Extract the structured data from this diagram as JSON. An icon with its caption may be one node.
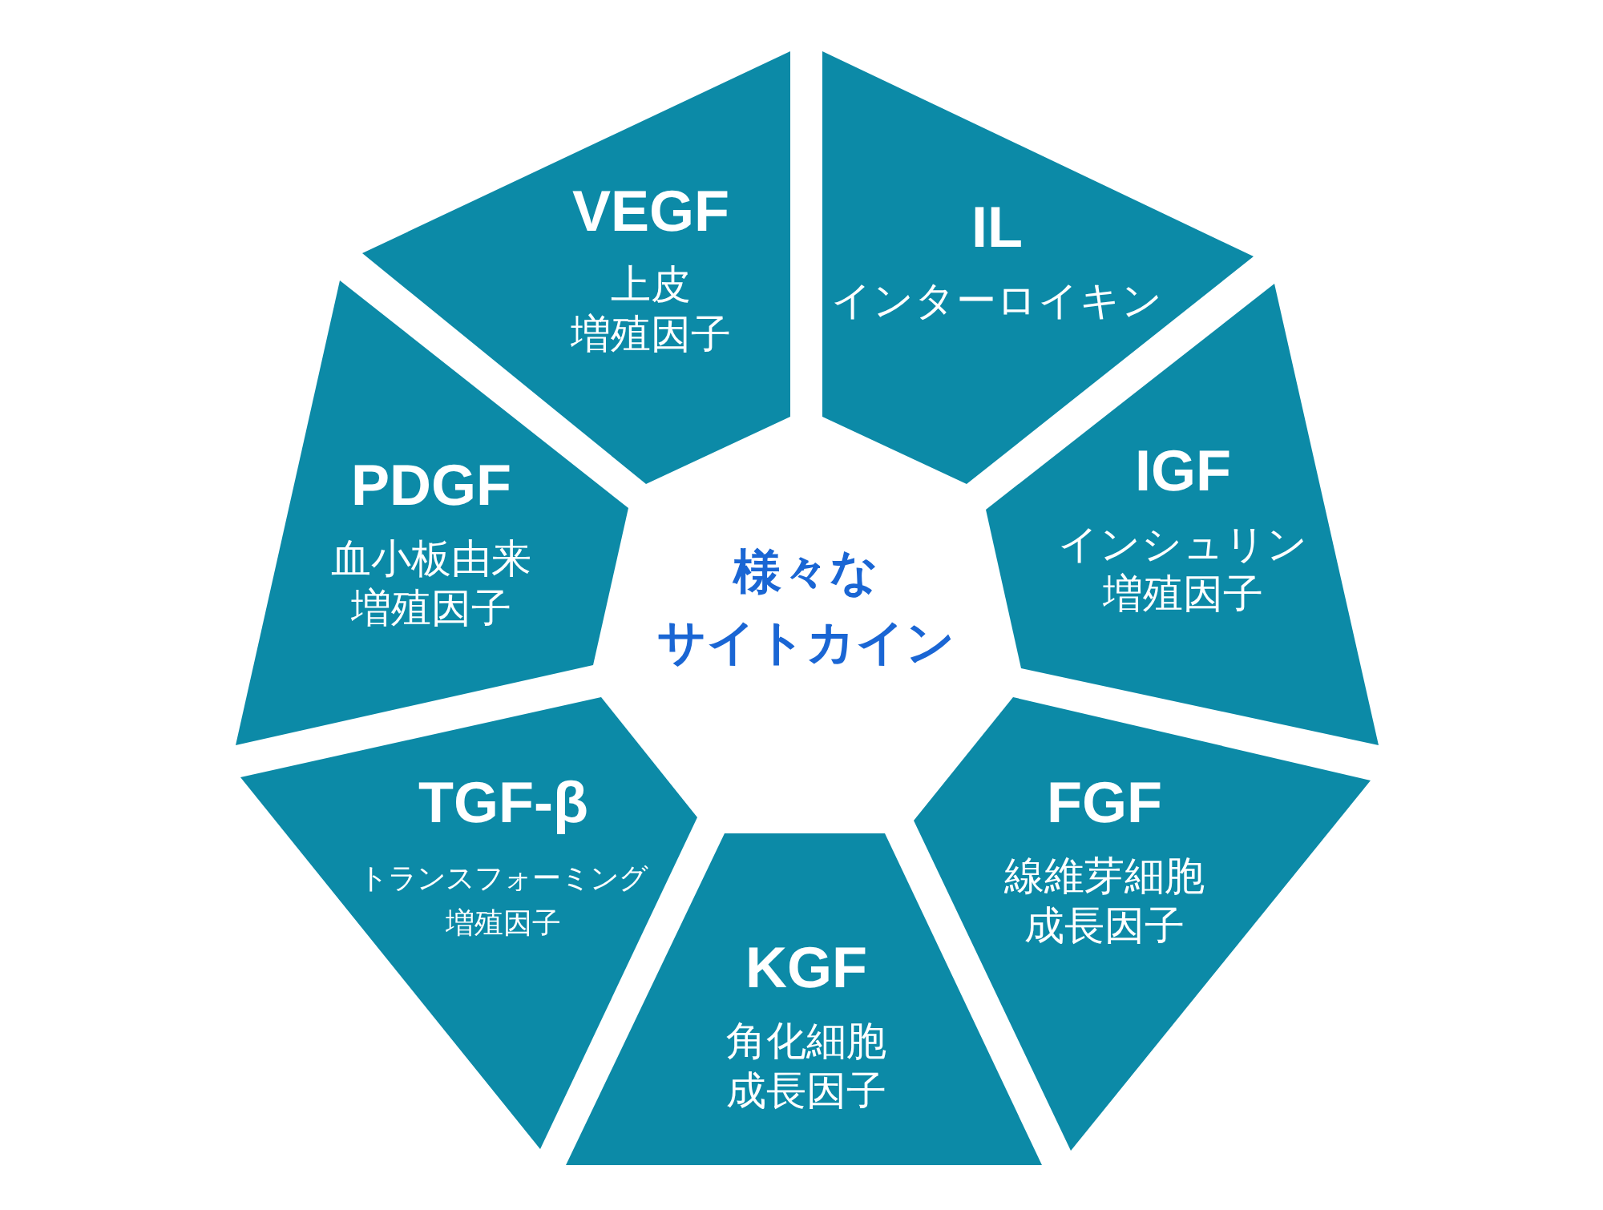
{
  "diagram": {
    "nodes": [
      {
        "text": [
          "VEGF",
          "上皮増殖因子"
        ]
      },
      {
        "text": [
          "IL",
          "インターロイキン"
        ]
      },
      {
        "text": [
          "IGF",
          "インシュリン増殖因子"
        ]
      },
      {
        "text": [
          "FGF",
          "線維芽細胞成長因子"
        ]
      },
      {
        "text": [
          "KGF",
          "角化細胞成長因子"
        ]
      },
      {
        "text": [
          "TGF-β",
          "トランスフォーミング増殖因子"
        ]
      },
      {
        "text": [
          "PDGF",
          "血小板由来増殖因子"
        ]
      }
    ],
    "labels": [
      "様々なサイトカイン"
    ]
  }
}
